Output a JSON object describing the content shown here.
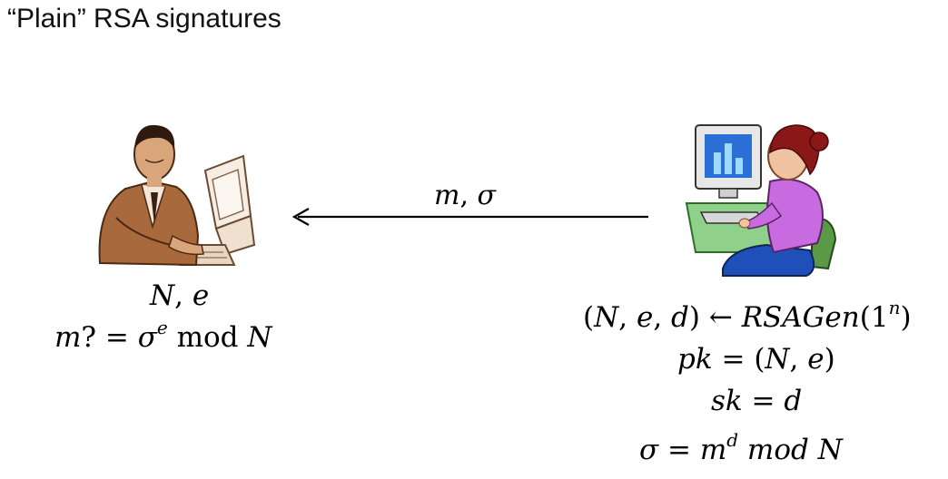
{
  "title": "“Plain” RSA signatures",
  "verifier": {
    "image": "man-at-computer",
    "line1": {
      "N": "N",
      "sep": ", ",
      "e": "e"
    },
    "line2": {
      "m": "m",
      "q": "? = ",
      "sigma": "σ",
      "exp": "e",
      "mod": " mod ",
      "N": "N"
    }
  },
  "message": {
    "m": "m",
    "sep": ", ",
    "sigma": "σ"
  },
  "signer": {
    "image": "woman-at-computer",
    "gen": {
      "open": "(",
      "N": "N",
      "c1": ", ",
      "e": "e",
      "c2": ", ",
      "d": "d",
      "close": ")",
      "arrow": " ← ",
      "fn": "RSAGen",
      "p1": "(1",
      "exp": "n",
      "p2": ")"
    },
    "pk": {
      "lhs": "pk",
      "eq": " = (",
      "N": "N",
      "c": ", ",
      "e": "e",
      "close": ")"
    },
    "sk": {
      "lhs": "sk",
      "eq": " = ",
      "d": "d"
    },
    "sig": {
      "sigma": "σ",
      "eq": " = ",
      "m": "m",
      "exp": "d",
      "mod": " mod ",
      "N": "N"
    }
  }
}
